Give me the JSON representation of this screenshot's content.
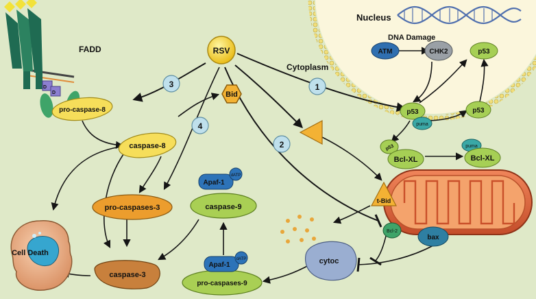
{
  "labels": {
    "fadd": "FADD",
    "rsv": "RSV",
    "nucleus": "Nucleus",
    "dna_damage": "DNA Damage",
    "cytoplasm": "Cytoplasm",
    "atm": "ATM",
    "chk2": "CHK2",
    "p53": "p53",
    "puma": "puma",
    "bcl_xl": "Bcl-XL",
    "bid": "Bid",
    "t_bid": "t-Bid",
    "bcl2": "Bcl-2",
    "bax": "bax",
    "cytoc": "cytoc",
    "pro_caspase_8": "pro-caspase-8",
    "caspase_8": "caspase-8",
    "pro_caspases_3": "pro-caspases-3",
    "caspase_3": "caspase-3",
    "caspase_9": "caspase-9",
    "pro_caspases_9": "pro-caspases-9",
    "apaf1": "Apaf-1",
    "datp": "dATP",
    "cell_death": "Cell Death",
    "receptor_d1": "D",
    "receptor_d2": "D"
  },
  "steps": [
    "1",
    "2",
    "3",
    "4"
  ],
  "colors": {
    "background": "#dfe9c8",
    "nucleus": "#fbf6dc",
    "membrane_bead": "#f1de7a",
    "rsv": "#f6d42a",
    "p53": "#a6cf55",
    "puma": "#3aa8a6",
    "atm": "#2f6fb0",
    "chk2": "#9aa0a6",
    "caspase_yellow": "#f6de5a",
    "caspase_orange": "#ec9d2d",
    "caspase_brown": "#c8803c",
    "caspase9_green": "#a9cf54",
    "apaf1": "#2d73b8",
    "cytoc": "#9aaed1",
    "bax": "#2e7fa2",
    "mito_outer": "#e56b3d",
    "cell": "#f0b58c",
    "cell_nucleus": "#36a6cf",
    "step_circle": "#bfe0ec",
    "bid": "#f3b234",
    "receptor": "#1f6b52"
  }
}
